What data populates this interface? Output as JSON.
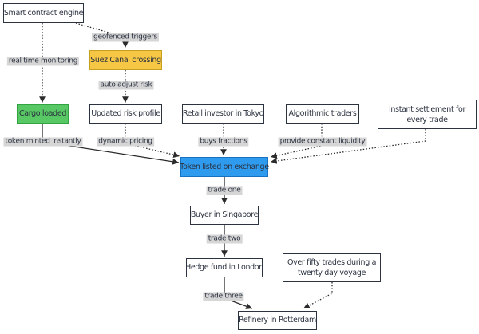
{
  "diagram": {
    "type": "flowchart",
    "nodes": {
      "smart": {
        "label": "Smart contract engine"
      },
      "suez": {
        "label": "Suez Canal crossing"
      },
      "cargo": {
        "label": "Cargo loaded"
      },
      "risk": {
        "label": "Updated risk profile"
      },
      "retail": {
        "label": "Retail investor in Tokyo"
      },
      "algo": {
        "label": "Algorithmic traders"
      },
      "settlement": {
        "label": "Instant settlement for\nevery trade"
      },
      "token": {
        "label": "Token listed on exchange"
      },
      "buyer": {
        "label": "Buyer in Singapore"
      },
      "hedge": {
        "label": "Hedge fund in London"
      },
      "voyage": {
        "label": "Over fifty trades during a\ntwenty day voyage"
      },
      "refinery": {
        "label": "Refinery in Rotterdam"
      }
    },
    "edge_labels": {
      "geofenced": "geofenced triggers",
      "monitoring": "real time monitoring",
      "auto_adjust": "auto adjust risk",
      "token_minted": "token minted instantly",
      "dynamic_pricing": "dynamic pricing",
      "buys_fractions": "buys fractions",
      "liquidity": "provide constant liquidity",
      "trade_one": "trade one",
      "trade_two": "trade two",
      "trade_three": "trade three"
    },
    "colors": {
      "canvas": "#ffffff",
      "text": "#2b3240",
      "edge": "#2b2b2b",
      "label-bg": "#d6d6d6",
      "node-fill": "#ffffff",
      "node-border": "#2b3240",
      "green-fill": "#57c863",
      "green-border": "#31a342",
      "yellow-fill": "#f6c744",
      "yellow-border": "#c79f1e",
      "blue-fill": "#2f9bef",
      "blue-border": "#1773c2"
    }
  }
}
